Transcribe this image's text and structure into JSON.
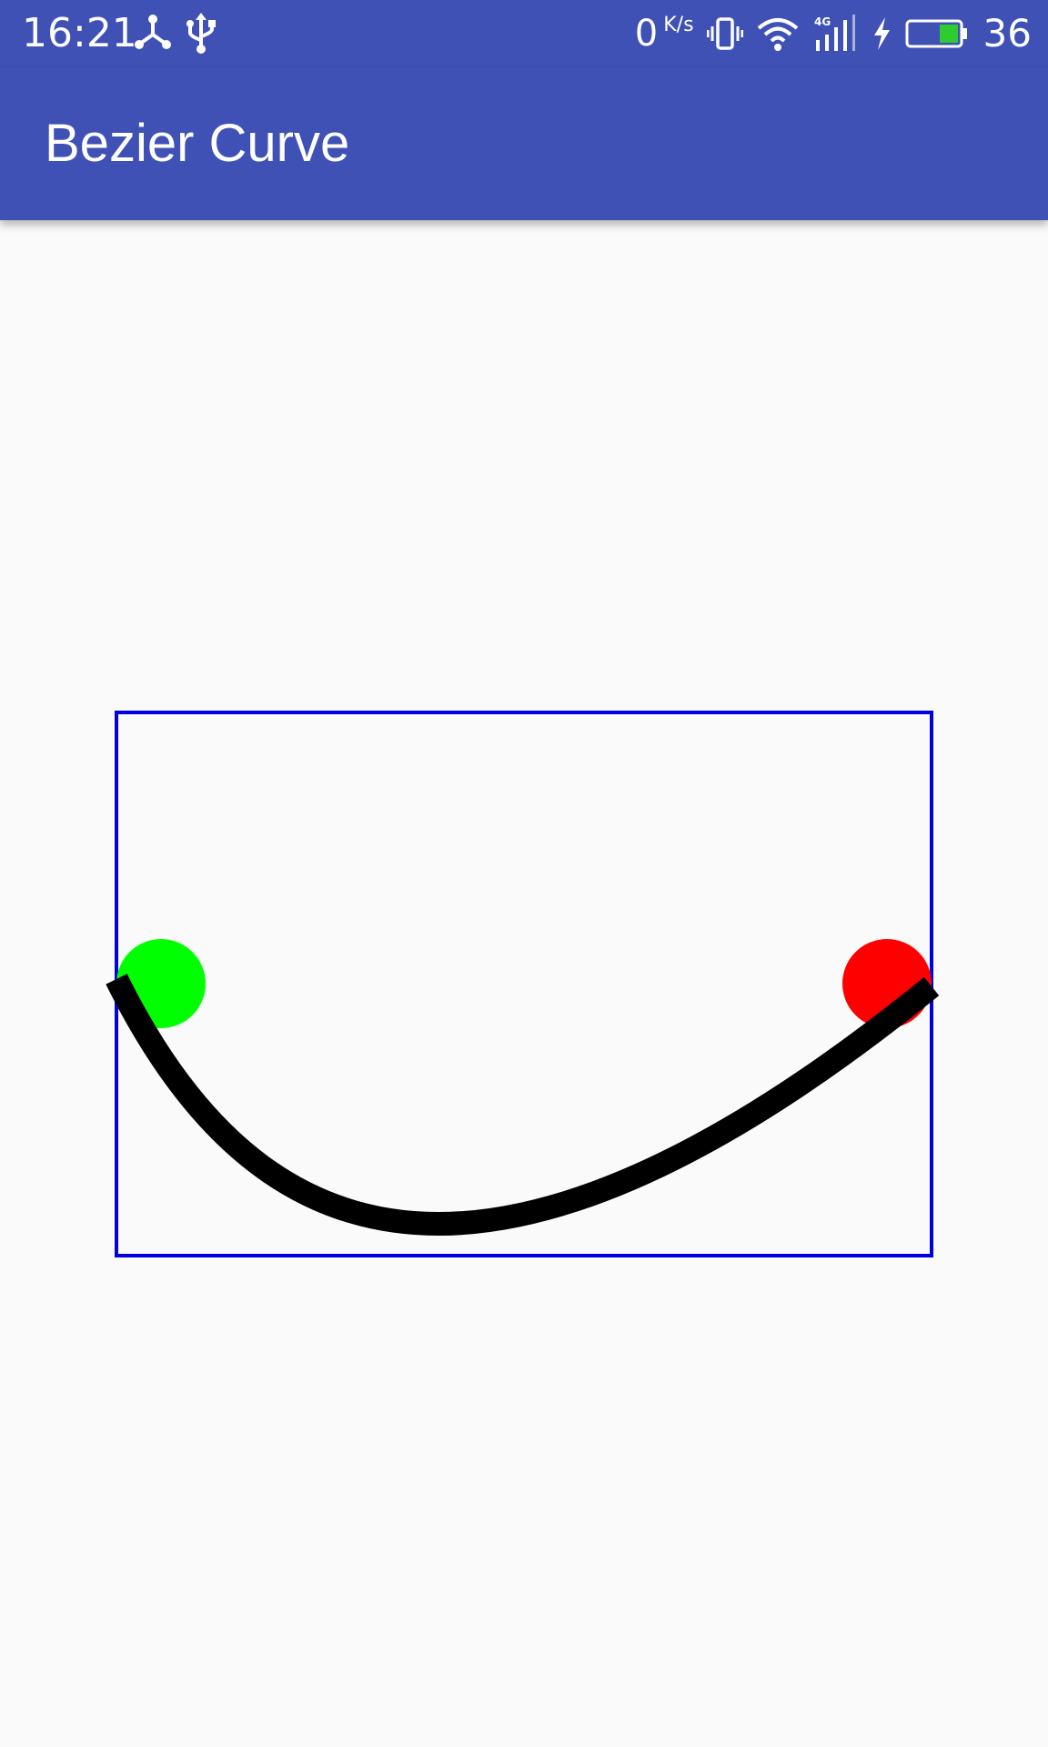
{
  "status_bar": {
    "time": "16:21",
    "network_speed_value": "0",
    "network_speed_unit": "K/s",
    "battery_level": "36",
    "icons": {
      "connection": "network-share-icon",
      "usb": "usb-icon",
      "vibrate": "vibrate-icon",
      "wifi": "wifi-icon",
      "cellular": "cellular-4g-icon",
      "charging": "charging-bolt-icon",
      "battery": "battery-icon"
    },
    "battery_fill_color": "#2ECC2E"
  },
  "app_bar": {
    "title": "Bezier Curve",
    "color": "#3F51B5"
  },
  "canvas": {
    "frame_color": "#0000DD",
    "curve_color": "#000000",
    "start_control_color": "#00FF00",
    "end_control_color": "#FF0000"
  }
}
